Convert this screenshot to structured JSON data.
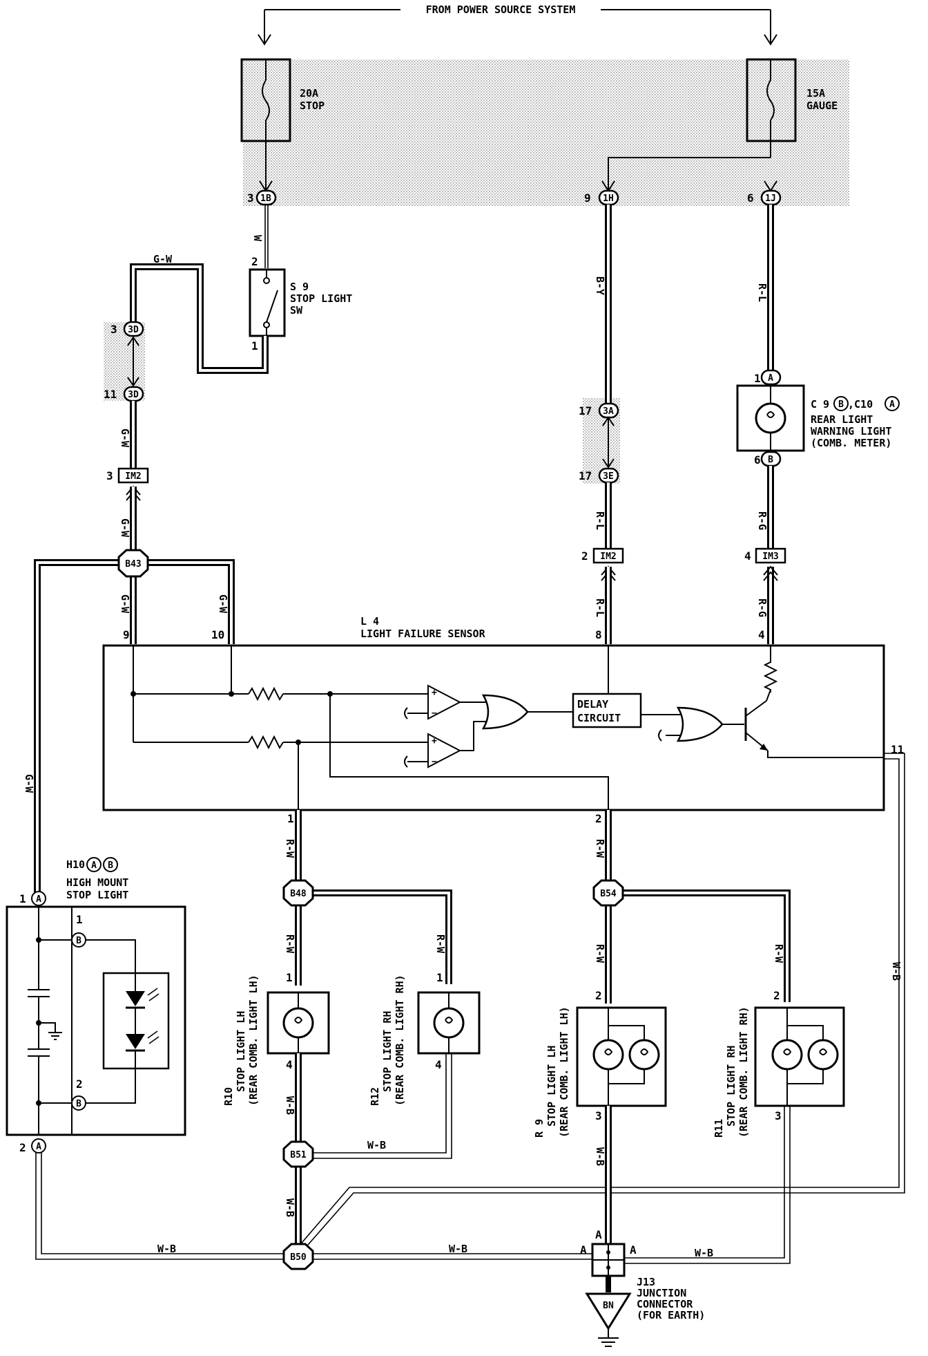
{
  "title": "FROM POWER SOURCE SYSTEM",
  "fuses": [
    {
      "id": "fuse-stop",
      "rating": "20A",
      "name": "STOP"
    },
    {
      "id": "fuse-gauge",
      "rating": "15A",
      "name": "GAUGE"
    }
  ],
  "connectors": {
    "c1B": "1B",
    "c1H": "1H",
    "c1J": "1J",
    "c3D_top": "3D",
    "c3D_bot": "3D",
    "c3A": "3A",
    "c3E": "3E",
    "cA_top": "A",
    "cB_bot": "B",
    "IM2_left": "IM2",
    "IM2_right": "IM2",
    "IM3": "IM3",
    "cH10A_top": "A",
    "cH10B_1": "B",
    "cH10B_2": "B",
    "cH10A_bot": "A"
  },
  "pins": {
    "p3_1B": "3",
    "p9_1H": "9",
    "p6_1J": "6",
    "p2_sw": "2",
    "p1_sw": "1",
    "p3_3D": "3",
    "p11_3D": "11",
    "p3_IM2": "3",
    "p17_3A": "17",
    "p17_3E": "17",
    "p1_C10": "1",
    "p6_C9": "6",
    "p2_IM2": "2",
    "p4_IM3": "4",
    "p9_L4": "9",
    "p10_L4": "10",
    "p8_L4": "8",
    "p4_L4": "4",
    "p11_L4": "11",
    "p1_L4": "1",
    "p2_L4": "2",
    "p1_H10": "1",
    "p1_H10B": "1",
    "p2_H10B": "2",
    "p2_H10": "2",
    "p1_R10": "1",
    "p4_R10": "4",
    "p1_R12": "1",
    "p4_R12": "4",
    "p2_R9": "2",
    "p3_R9": "3",
    "p2_R11": "2",
    "p3_R11": "3",
    "pA_left": "A",
    "pA_right": "A",
    "pA_top": "A"
  },
  "wires": {
    "w_W": "W",
    "w_GW_top": "G-W",
    "w_GW_3D": "G-W",
    "w_GW_IM2": "G-W",
    "w_GW_9": "G-W",
    "w_GW_10": "G-W",
    "w_GW_left": "G-W",
    "w_BY": "B-Y",
    "w_RL_1J": "R-L",
    "w_RL_3E": "R-L",
    "w_RL_8": "R-L",
    "w_RG_C9": "R-G",
    "w_RG_4": "R-G",
    "w_RW_1": "R-W",
    "w_RW_B48": "R-W",
    "w_RW_R12": "R-W",
    "w_RW_2": "R-W",
    "w_RW_B54": "R-W",
    "w_RW_R11": "R-W",
    "w_WB_R10": "W-B",
    "w_WB_B51": "W-B",
    "w_WB_B50v": "W-B",
    "w_WB_bottomL": "W-B",
    "w_WB_bottomM": "W-B",
    "w_WB_bottomR": "W-B",
    "w_WB_R9": "W-B",
    "w_WB_right": "W-B"
  },
  "splices": {
    "B43": "B43",
    "B48": "B48",
    "B54": "B54",
    "B51": "B51",
    "B50": "B50"
  },
  "components": {
    "s9": {
      "id": "S 9",
      "name1": "STOP LIGHT",
      "name2": "SW"
    },
    "c9c10": {
      "id_a": "C 9",
      "id_b": ",C10",
      "conn_a": "B",
      "conn_b": "A",
      "name1": "REAR LIGHT",
      "name2": "WARNING LIGHT",
      "name3": "(COMB. METER)"
    },
    "l4": {
      "id": "L 4",
      "name": "LIGHT FAILURE SENSOR",
      "delay": [
        "DELAY",
        "CIRCUIT"
      ]
    },
    "h10": {
      "id": "H10",
      "conn_a": "A",
      "conn_b": "B",
      "name1": "HIGH MOUNT",
      "name2": "STOP LIGHT"
    },
    "r10": {
      "id": "R10",
      "name1": "STOP LIGHT LH",
      "name2": "(REAR COMB. LIGHT LH)"
    },
    "r12": {
      "id": "R12",
      "name1": "STOP LIGHT RH",
      "name2": "(REAR COMB. LIGHT RH)"
    },
    "r9": {
      "id": "R 9",
      "name1": "STOP LIGHT LH",
      "name2": "(REAR COMB. LIGHT LH)"
    },
    "r11": {
      "id": "R11",
      "name1": "STOP LIGHT RH",
      "name2": "(REAR COMB. LIGHT RH)"
    },
    "j13": {
      "id": "J13",
      "name1": "JUNCTION",
      "name2": "CONNECTOR",
      "name3": "(FOR EARTH)"
    },
    "ground": {
      "label": "BN"
    }
  }
}
